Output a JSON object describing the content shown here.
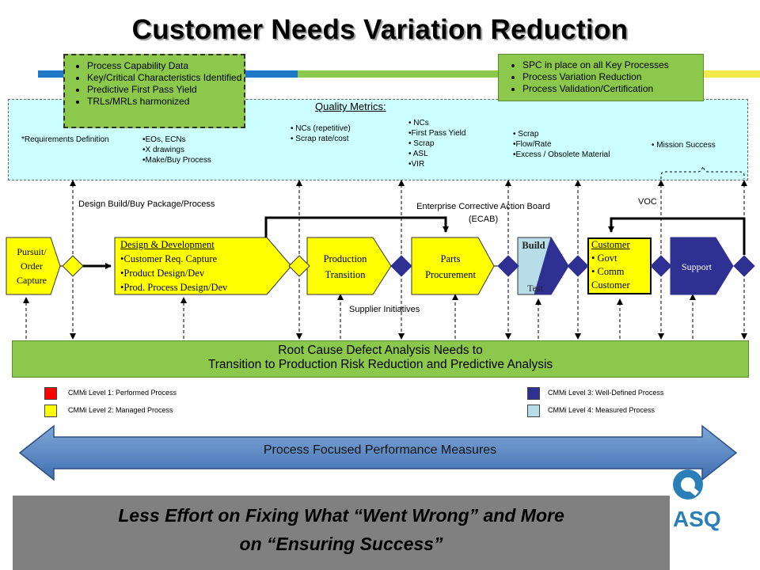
{
  "title": "Customer Needs Variation Reduction",
  "colors": {
    "green": "#8cc84b",
    "cyan": "#ccffff",
    "yellow": "#ffff00",
    "navy": "#2e3192",
    "lightblue": "#b7dde8",
    "red": "#ff0000",
    "asq_blue": "#2b7fb8"
  },
  "top_left_box": {
    "items": [
      "Process Capability Data",
      "Key/Critical Characteristics Identified",
      "Predictive First Pass Yield",
      "TRLs/MRLs  harmonized"
    ]
  },
  "top_right_box": {
    "items": [
      "SPC in place on all Key Processes",
      "Process Variation Reduction",
      "Process Validation/Certification"
    ]
  },
  "quality_metrics": {
    "title": "Quality Metrics:",
    "requirements": "*Requirements Definition",
    "design": [
      "•EOs, ECNs",
      "•X drawings",
      "•Make/Buy Process"
    ],
    "production": [
      "• NCs (repetitive)",
      "• Scrap rate/cost"
    ],
    "parts": [
      "• NCs",
      "•First Pass Yield",
      "• Scrap",
      "• ASL",
      "•VIR"
    ],
    "build": [
      "• Scrap",
      "•Flow/Rate",
      "•Excess / Obsolete Material"
    ],
    "customer": "• Mission Success"
  },
  "labels": {
    "design_pkg": "Design Build/Buy Package/Process",
    "ecab_1": "Enterprise Corrective Action Board",
    "ecab_2": "(ECAB)",
    "voc": "VOC",
    "supplier": "Supplier Initiatives"
  },
  "process": {
    "pursuit": [
      "Pursuit/",
      "Order",
      "Capture"
    ],
    "design": {
      "title": "Design & Development",
      "items": [
        "•Customer Req. Capture",
        "•Product Design/Dev",
        "•Prod. Process Design/Dev"
      ]
    },
    "production": [
      "Production",
      "Transition"
    ],
    "parts": [
      "Parts",
      "Procurement"
    ],
    "build": "Build",
    "test": "Test",
    "customer": {
      "title": "Customer",
      "items": [
        "• Govt",
        "• Comm"
      ],
      "footer": "Customer"
    },
    "support": "Support"
  },
  "root_cause": {
    "line1": "Root Cause Defect Analysis Needs to",
    "line2": "Transition to Production Risk Reduction and Predictive Analysis"
  },
  "legend": {
    "l1": "CMMi Level 1:  Performed Process",
    "l2": "CMMi Level 2:  Managed Process",
    "l3": "CMMi Level 3:  Well-Defined Process",
    "l4": "CMMi Level 4:  Measured Process"
  },
  "measures": "Process Focused Performance Measures",
  "banner": {
    "line1": "Less Effort on Fixing What “Went Wrong” and More",
    "line2": "on “Ensuring Success”"
  },
  "logo": {
    "text": "ASQ"
  }
}
